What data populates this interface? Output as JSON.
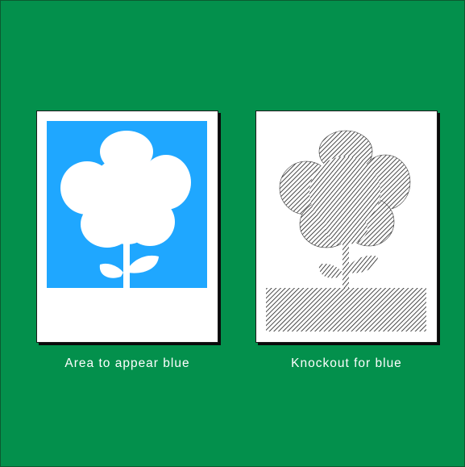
{
  "colors": {
    "background": "#03904c",
    "panel": "#ffffff",
    "blue_area": "#1fa7ff",
    "hatch": "#1a1a1a",
    "caption": "#ffffff"
  },
  "panels": [
    {
      "caption": "Area to appear blue",
      "graphic": "flower-cutout-on-blue-fill"
    },
    {
      "caption": "Knockout for blue",
      "graphic": "hatched-flower-knockout"
    }
  ]
}
